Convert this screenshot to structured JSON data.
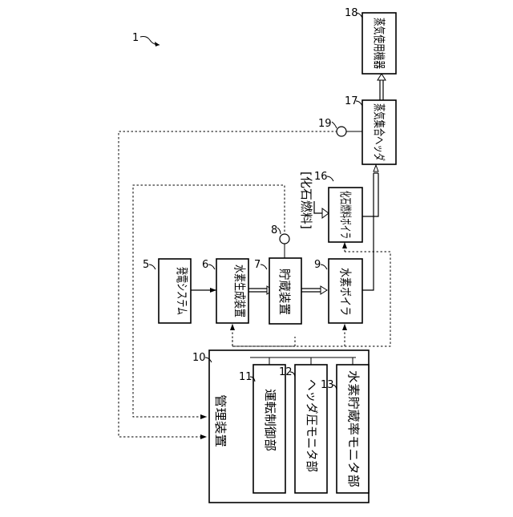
{
  "figure_ref": "1",
  "blocks": {
    "power_system": {
      "ref": "5",
      "label": "発電システム"
    },
    "hydrogen_gen": {
      "ref": "6",
      "label": "水素生成装置"
    },
    "storage": {
      "ref": "7",
      "label": "貯蔵装置"
    },
    "hydrogen_boiler": {
      "ref": "9",
      "label": "水素ボイラ"
    },
    "fossil_boiler": {
      "ref": "16",
      "label": "化石燃料ボイラ"
    },
    "steam_header": {
      "ref": "17",
      "label": "蒸気集合ヘッダ"
    },
    "steam_equipment": {
      "ref": "18",
      "label": "蒸気使用機器"
    },
    "management": {
      "ref": "10",
      "label": "管理装置"
    },
    "operation_control": {
      "ref": "11",
      "label": "運転制御部"
    },
    "header_pressure": {
      "ref": "12",
      "label": "ヘッダ圧モニタ部"
    },
    "storage_rate": {
      "ref": "13",
      "label": "水素貯蔵率モニタ部"
    }
  },
  "sensors": {
    "storage_sensor": {
      "ref": "8"
    },
    "header_sensor": {
      "ref": "19"
    }
  },
  "fossil_fuel_input": "[化石燃料]"
}
